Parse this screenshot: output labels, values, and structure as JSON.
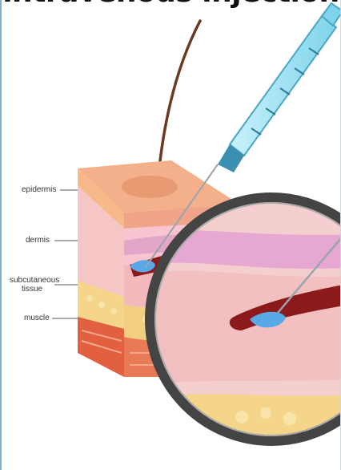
{
  "title": "intravenous injection",
  "labels": {
    "epidermis": "epidermis",
    "dermis": "dermis",
    "subcutaneous_tissue": "subcutaneous tissue",
    "muscle": "muscle"
  },
  "colors": {
    "epidermis": "#f7b98a",
    "dermis": "#f6c6c6",
    "vein": "#8b1a1a",
    "fat": "#f5d58a",
    "muscle": "#e2603f",
    "syringe": "#9fe3f2",
    "lens_rim": "#333333"
  }
}
